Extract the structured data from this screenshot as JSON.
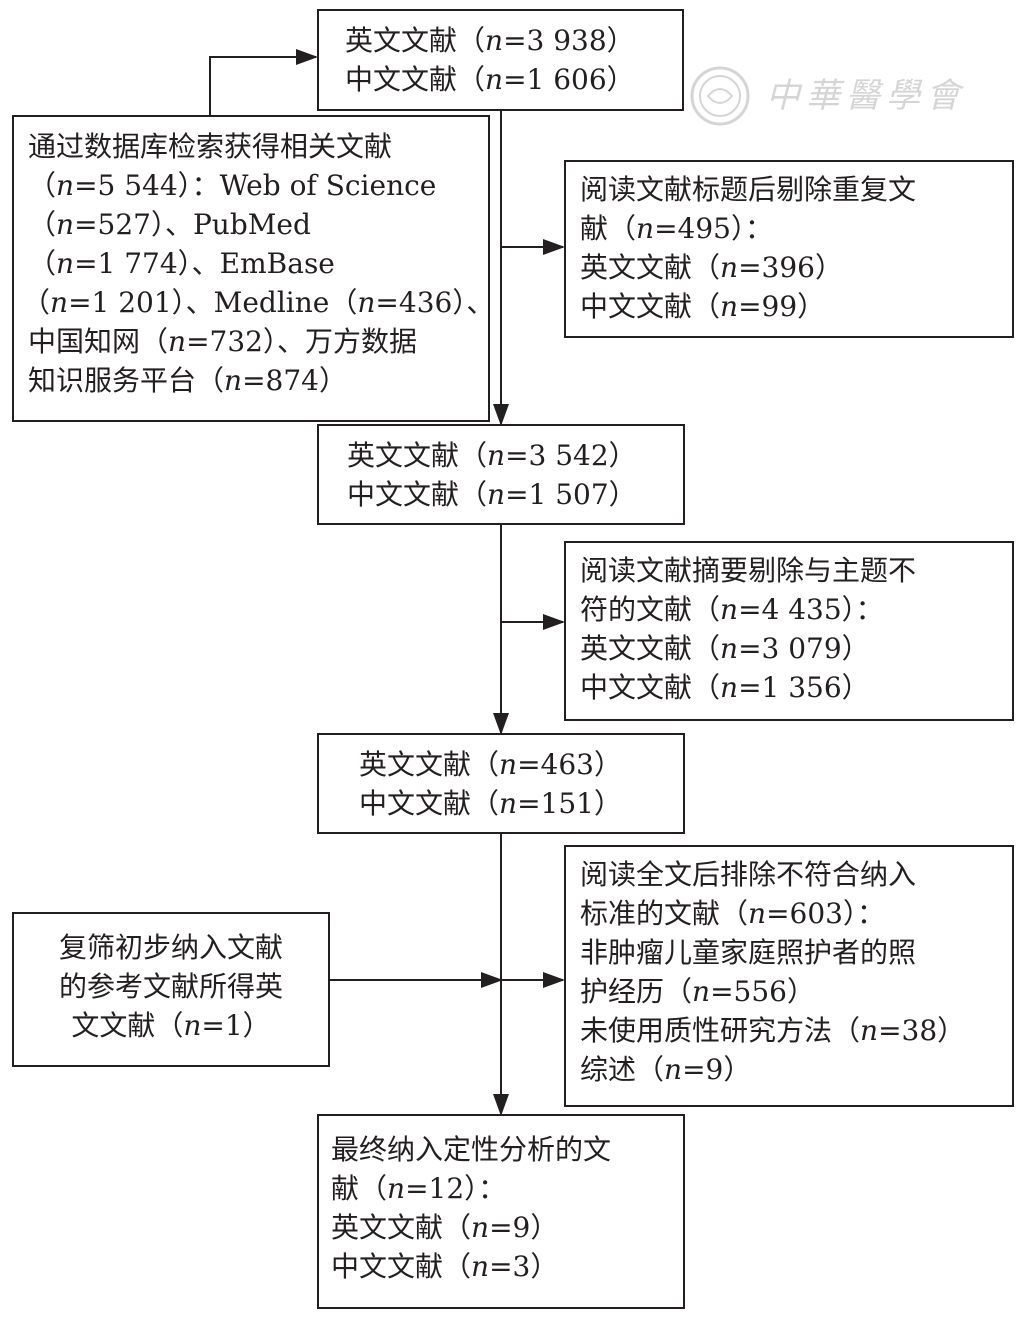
{
  "watermark": {
    "text": "中華醫學會",
    "seal": "seal-icon"
  },
  "boxes": {
    "records_initial": {
      "en_pre": "英文文献（",
      "en_val": "=3 938）",
      "zh_pre": "中文文献（",
      "zh_val": "=1 606）"
    },
    "search": {
      "l1": "通过数据库检索获得相关文献",
      "l2_pre": "（",
      "l2_post": "=5 544）：Web of Science",
      "l3_pre": "（",
      "l3_post": "=527）、PubMed",
      "l4_pre": "（",
      "l4_post": "=1 774）、EmBase",
      "l5_pre": "（",
      "l5_mid": "=1 201）、Medline（",
      "l5_post": "=436）、",
      "l6_pre": "中国知网（",
      "l6_post": "=732）、万方数据",
      "l7_pre": "知识服务平台（",
      "l7_post": "=874）"
    },
    "excluded_duplicates": {
      "l1": "阅读文献标题后剔除重复文",
      "l2_pre": "献（",
      "l2_post": "=495）：",
      "l3_pre": "英文文献（",
      "l3_post": "=396）",
      "l4_pre": "中文文献（",
      "l4_post": "=99）"
    },
    "after_dedup": {
      "en_pre": "英文文献（",
      "en_val": "=3 542）",
      "zh_pre": "中文文献（",
      "zh_val": "=1 507）"
    },
    "excluded_abstract": {
      "l1": "阅读文献摘要剔除与主题不",
      "l2_pre": "符的文献（",
      "l2_post": "=4 435）：",
      "l3_pre": "英文文献（",
      "l3_post": "=3 079）",
      "l4_pre": "中文文献（",
      "l4_post": "=1 356）"
    },
    "after_abstract": {
      "en_pre": "英文文献（",
      "en_val": "=463）",
      "zh_pre": "中文文献（",
      "zh_val": "=151）"
    },
    "excluded_fulltext": {
      "l1": "阅读全文后排除不符合纳入",
      "l2_pre": "标准的文献（",
      "l2_post": "=603）：",
      "l3": "非肿瘤儿童家庭照护者的照",
      "l4_pre": "护经历（",
      "l4_post": "=556）",
      "l5_pre": "未使用质性研究方法（",
      "l5_post": "=38）",
      "l6_pre": "综述（",
      "l6_post": "=9）"
    },
    "additional": {
      "l1": "复筛初步纳入文献",
      "l2": "的参考文献所得英",
      "l3_pre": "文文献（",
      "l3_post": "=1）"
    },
    "final": {
      "l1": "最终纳入定性分析的文",
      "l2_pre": "献（",
      "l2_post": "=12）：",
      "l3_pre": "英文文献（",
      "l3_post": "=9）",
      "l4_pre": "中文文献（",
      "l4_post": "=3）"
    }
  },
  "n_symbol": "n"
}
